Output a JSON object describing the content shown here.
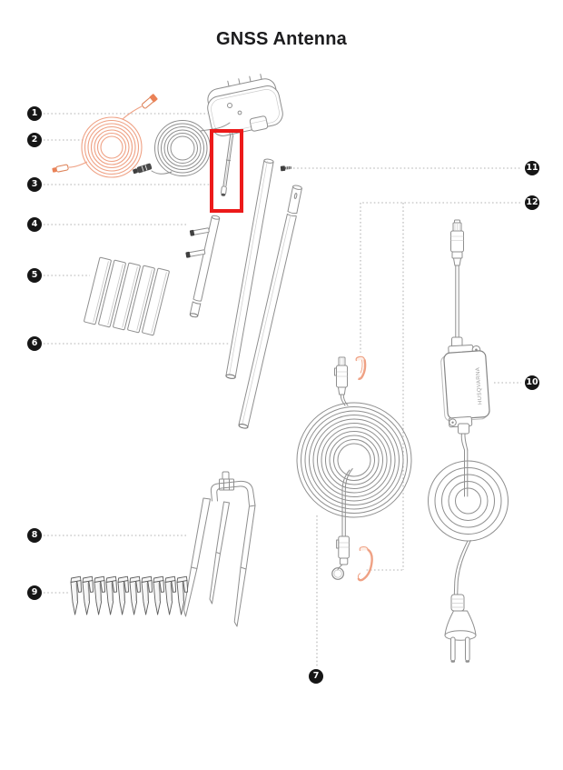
{
  "title": "GNSS Antenna",
  "brand_label": "HUSQVARNA",
  "colors": {
    "line": "#8f8f8f",
    "accent_orange": "#efa184",
    "highlight_red": "#ec1a1a",
    "callout_bg": "#161616",
    "callout_text": "#ffffff"
  },
  "highlighted_part": "3",
  "parts": [
    {
      "number": "1",
      "name": "gnss-antenna-unit"
    },
    {
      "number": "2",
      "name": "antenna-extension-cable-orange"
    },
    {
      "number": "3",
      "name": "antenna-mounting-rod"
    },
    {
      "number": "4",
      "name": "pole-section-with-locking-pins"
    },
    {
      "number": "5",
      "name": "fastening-strips",
      "count": 5
    },
    {
      "number": "6",
      "name": "antenna-pole-tubes",
      "count": 2
    },
    {
      "number": "7",
      "name": "low-voltage-cable-coil"
    },
    {
      "number": "8",
      "name": "ground-stake"
    },
    {
      "number": "9",
      "name": "pegs",
      "count": 10
    },
    {
      "number": "10",
      "name": "power-supply-with-plug"
    },
    {
      "number": "11",
      "name": "screw"
    },
    {
      "number": "12",
      "name": "connector-protection-caps",
      "count": 2
    }
  ]
}
